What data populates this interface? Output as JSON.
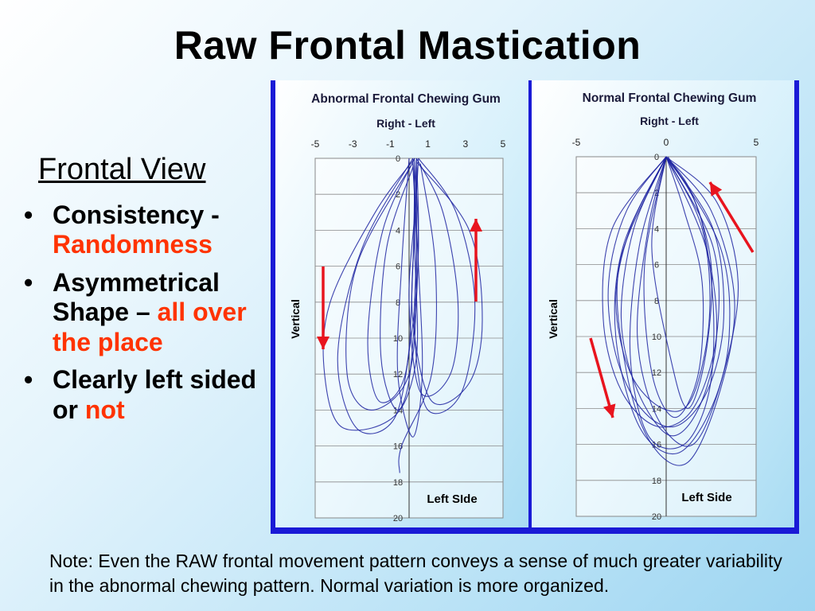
{
  "slide": {
    "title": "Raw Frontal Mastication",
    "subhead": "Frontal View",
    "bullets": [
      {
        "text": "Consistency -",
        "red": "Randomness"
      },
      {
        "text": "Asymmetrical Shape –",
        "red": "all over the place"
      },
      {
        "text": "Clearly left sided or",
        "red": "not"
      }
    ],
    "note": "Note: Even the RAW frontal movement pattern conveys a sense of much greater variability in the abnormal chewing pattern.  Normal variation is more organized.",
    "bullet_char": "•"
  },
  "colors": {
    "trace": "#1c22a0",
    "arrow": "#e8141e",
    "accent_red": "#ff3300",
    "frame": "#1a1ad6"
  },
  "chart_data": [
    {
      "type": "line",
      "title": "Abnormal Frontal Chewing Gum",
      "xlabel": "Right - Left",
      "ylabel": "Vertical",
      "annotation": "Left SIde",
      "x_ticks": [
        -5,
        -3,
        -1,
        1,
        3,
        5
      ],
      "y_ticks": [
        0,
        2,
        4,
        6,
        8,
        10,
        12,
        14,
        16,
        18,
        20
      ],
      "xlim": [
        -5,
        5
      ],
      "ylim": [
        0,
        20
      ],
      "y_inverted": true,
      "grid": true,
      "series": [
        {
          "points": [
            [
              0.3,
              0
            ],
            [
              -1.8,
              3
            ],
            [
              -4.2,
              8
            ],
            [
              -4.5,
              12
            ],
            [
              -3.5,
              15
            ],
            [
              -0.5,
              14
            ],
            [
              0.3,
              9
            ],
            [
              0.5,
              4
            ],
            [
              0.4,
              0
            ]
          ]
        },
        {
          "points": [
            [
              0.2,
              0
            ],
            [
              -2.5,
              5
            ],
            [
              -3.8,
              11
            ],
            [
              -2.8,
              15
            ],
            [
              -0.8,
              14.5
            ],
            [
              0.1,
              10
            ],
            [
              0.5,
              5
            ],
            [
              0.3,
              0.4
            ]
          ]
        },
        {
          "points": [
            [
              0.5,
              0
            ],
            [
              2.5,
              3
            ],
            [
              3.5,
              8
            ],
            [
              2.8,
              13
            ],
            [
              1,
              14
            ],
            [
              0.3,
              10
            ],
            [
              0.4,
              5
            ],
            [
              0.4,
              0.5
            ]
          ]
        },
        {
          "points": [
            [
              0.4,
              0
            ],
            [
              1.8,
              3
            ],
            [
              2.6,
              8
            ],
            [
              2.2,
              12
            ],
            [
              0.6,
              13
            ],
            [
              0,
              8
            ],
            [
              0.3,
              3
            ],
            [
              0.4,
              0
            ]
          ]
        },
        {
          "points": [
            [
              0.2,
              0.5
            ],
            [
              -1.2,
              5
            ],
            [
              -1.5,
              11
            ],
            [
              -0.6,
              14
            ],
            [
              0.4,
              11
            ],
            [
              0.3,
              5
            ],
            [
              0.3,
              0.2
            ]
          ]
        },
        {
          "points": [
            [
              0.6,
              0.3
            ],
            [
              1.4,
              6
            ],
            [
              1.2,
              12
            ],
            [
              -0.4,
              16
            ],
            [
              -0.5,
              17.5
            ]
          ]
        },
        {
          "points": [
            [
              0.1,
              0.4
            ],
            [
              -2.8,
              6
            ],
            [
              -3.3,
              12
            ],
            [
              -2,
              14
            ],
            [
              0,
              12
            ],
            [
              0.4,
              6
            ],
            [
              0.2,
              0.3
            ]
          ]
        },
        {
          "points": [
            [
              0.4,
              0.2
            ],
            [
              3.2,
              4
            ],
            [
              3.9,
              9
            ],
            [
              3.2,
              12.5
            ],
            [
              1.2,
              13.5
            ],
            [
              0.2,
              9
            ],
            [
              0.3,
              4
            ],
            [
              0.5,
              0
            ]
          ]
        },
        {
          "points": [
            [
              0,
              0
            ],
            [
              -0.4,
              6
            ],
            [
              -0.6,
              12
            ],
            [
              0.2,
              15.5
            ],
            [
              0.7,
              12
            ],
            [
              0.5,
              6
            ],
            [
              0.2,
              0
            ]
          ]
        },
        {
          "points": [
            [
              0.3,
              0
            ],
            [
              -1.4,
              4
            ],
            [
              -2.2,
              10
            ],
            [
              -1.6,
              13.5
            ],
            [
              -0.2,
              12
            ],
            [
              0.2,
              6
            ],
            [
              0.3,
              0.1
            ]
          ]
        }
      ]
    },
    {
      "type": "line",
      "title": "Normal Frontal Chewing Gum",
      "xlabel": "Right - Left",
      "ylabel": "Vertical",
      "annotation": "Left Side",
      "x_ticks": [
        -5,
        0,
        5
      ],
      "y_ticks": [
        0,
        2,
        4,
        6,
        8,
        10,
        12,
        14,
        16,
        18,
        20
      ],
      "xlim": [
        -5,
        5
      ],
      "ylim": [
        0,
        20
      ],
      "y_inverted": true,
      "grid": true,
      "series": [
        {
          "points": [
            [
              0,
              0
            ],
            [
              -2.2,
              3
            ],
            [
              -3.2,
              7
            ],
            [
              -2.8,
              11
            ],
            [
              -1.4,
              14
            ],
            [
              0.5,
              15
            ],
            [
              2.3,
              13
            ],
            [
              3.2,
              9
            ],
            [
              2.6,
              4
            ],
            [
              0,
              0
            ]
          ]
        },
        {
          "points": [
            [
              0,
              0
            ],
            [
              -1.8,
              4
            ],
            [
              -2.5,
              9
            ],
            [
              -1.6,
              13
            ],
            [
              0.2,
              15.5
            ],
            [
              1.8,
              14
            ],
            [
              2.8,
              10
            ],
            [
              2.2,
              5
            ],
            [
              0,
              0
            ]
          ]
        },
        {
          "points": [
            [
              0,
              0
            ],
            [
              -2.4,
              5
            ],
            [
              -2.8,
              10
            ],
            [
              -1.5,
              15
            ],
            [
              0.6,
              16.5
            ],
            [
              2.5,
              14
            ],
            [
              3.5,
              10
            ],
            [
              3,
              5
            ],
            [
              0.1,
              0
            ]
          ]
        },
        {
          "points": [
            [
              0,
              0
            ],
            [
              -1.2,
              6
            ],
            [
              -0.8,
              12
            ],
            [
              0.5,
              14.5
            ],
            [
              1.8,
              12
            ],
            [
              2,
              7
            ],
            [
              1,
              3
            ],
            [
              0,
              0
            ]
          ]
        },
        {
          "points": [
            [
              0,
              0
            ],
            [
              -3,
              4
            ],
            [
              -3.5,
              9
            ],
            [
              -2.5,
              13
            ],
            [
              -0.5,
              15
            ],
            [
              1.5,
              14
            ],
            [
              2.8,
              10
            ],
            [
              2.6,
              5
            ],
            [
              0,
              0
            ]
          ]
        },
        {
          "points": [
            [
              0,
              0
            ],
            [
              -1.5,
              5
            ],
            [
              -2,
              11
            ],
            [
              -1,
              15.5
            ],
            [
              1,
              16
            ],
            [
              2.4,
              13
            ],
            [
              2.6,
              8
            ],
            [
              1.8,
              3
            ],
            [
              0,
              0
            ]
          ]
        },
        {
          "points": [
            [
              0,
              0
            ],
            [
              -2.6,
              6
            ],
            [
              -2.2,
              12
            ],
            [
              -0.8,
              16
            ],
            [
              1.2,
              17
            ],
            [
              3,
              13
            ],
            [
              3.8,
              8
            ],
            [
              2.5,
              3
            ],
            [
              0,
              0
            ]
          ]
        },
        {
          "points": [
            [
              0,
              0
            ],
            [
              -0.8,
              5
            ],
            [
              0.2,
              11
            ],
            [
              1.2,
              14
            ],
            [
              2.2,
              11
            ],
            [
              2.5,
              6
            ],
            [
              1.4,
              2
            ],
            [
              0,
              0
            ]
          ]
        },
        {
          "points": [
            [
              0,
              0
            ],
            [
              -2,
              4
            ],
            [
              -2.8,
              8
            ],
            [
              -2,
              12
            ],
            [
              -0.2,
              14
            ],
            [
              1.4,
              13.5
            ],
            [
              2.4,
              9
            ],
            [
              2,
              4
            ],
            [
              0,
              0
            ]
          ]
        },
        {
          "points": [
            [
              0,
              0
            ],
            [
              -1,
              4
            ],
            [
              -1.6,
              10
            ],
            [
              -0.5,
              14.5
            ],
            [
              1.5,
              16
            ],
            [
              3.2,
              12
            ],
            [
              4,
              7
            ],
            [
              2.8,
              2.5
            ],
            [
              0,
              0
            ]
          ]
        }
      ]
    }
  ]
}
